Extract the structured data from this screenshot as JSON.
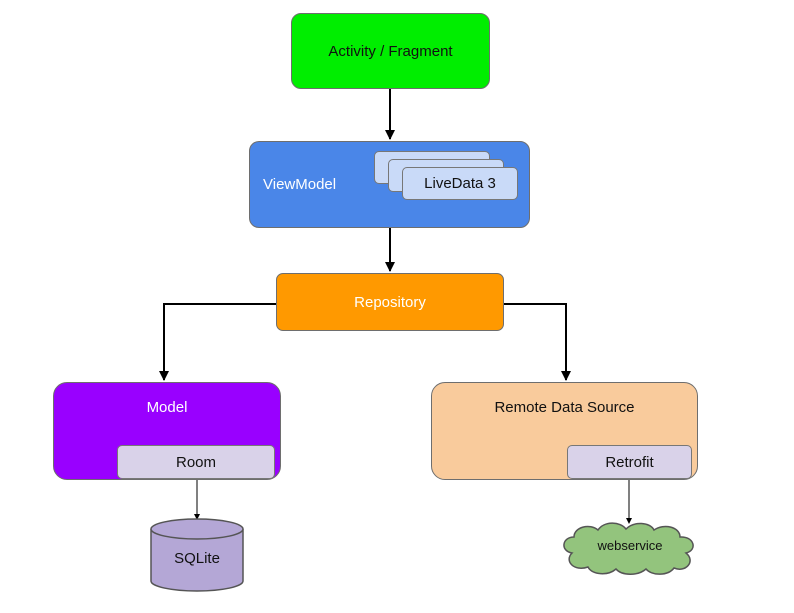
{
  "nodes": {
    "activity": {
      "label": "Activity / Fragment",
      "color": "#00ee00"
    },
    "viewmodel": {
      "label": "ViewModel",
      "color": "#4a86e8",
      "livedata_label": "LiveData 3",
      "livedata_color": "#c9daf8"
    },
    "repository": {
      "label": "Repository",
      "color": "#ff9900"
    },
    "model": {
      "label": "Model",
      "color": "#9900ff",
      "room_label": "Room",
      "room_color": "#d9d2e9"
    },
    "remote": {
      "label": "Remote Data Source",
      "color": "#f9cb9c",
      "retrofit_label": "Retrofit",
      "retrofit_color": "#d9d2e9"
    },
    "sqlite": {
      "label": "SQLite",
      "color": "#b4a7d6"
    },
    "webservice": {
      "label": "webservice",
      "color": "#93c47d"
    }
  }
}
